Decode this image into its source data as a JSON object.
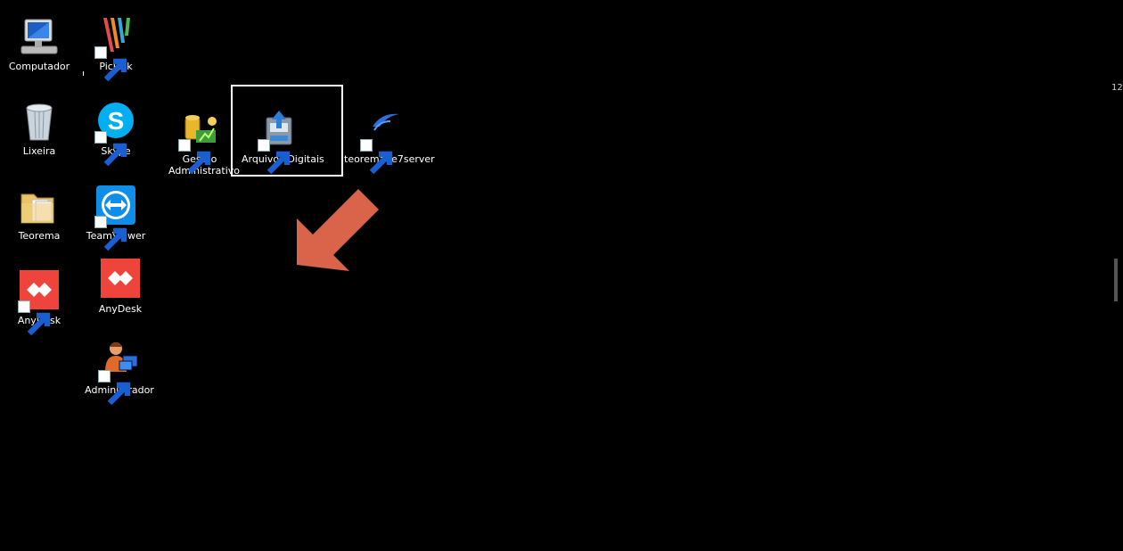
{
  "desktop": {
    "icons": {
      "computador": "Computador",
      "picpick": "PicPick",
      "lixeira": "Lixeira",
      "skype": "Skype",
      "gestao": "Gestão Administrativo",
      "arquivos": "Arquivos Digitais",
      "teorema7": "teoremaee7server",
      "teorema": "Teorema",
      "teamviewer": "TeamViewer",
      "anydesk1": "AnyDesk",
      "anydesk2": "AnyDesk",
      "administrador": "Administrador"
    },
    "edge_text": "12"
  },
  "colors": {
    "background": "#000000",
    "annotation_arrow": "#d9644a",
    "selection_border": "#ffffff"
  }
}
